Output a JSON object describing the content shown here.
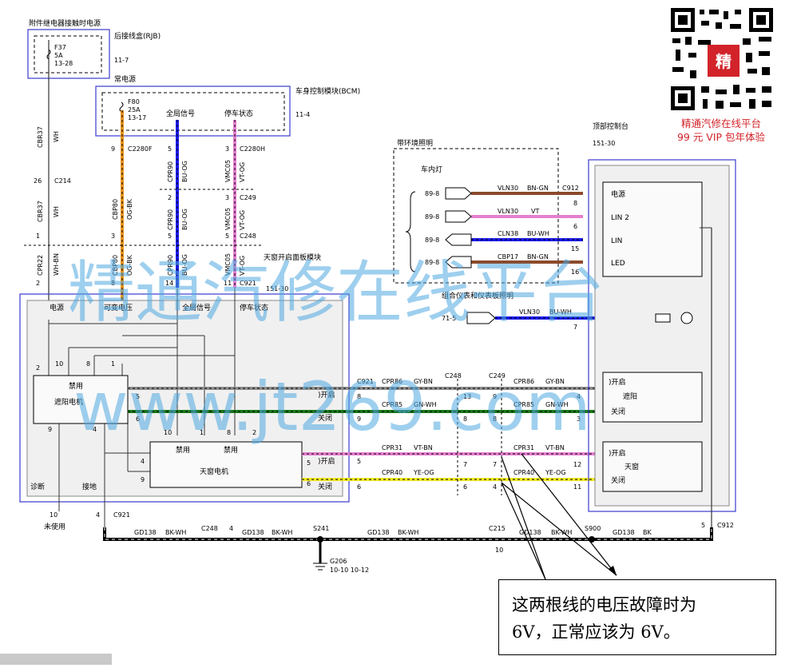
{
  "labels": {
    "acc_relay": "附件继电器接触时电源",
    "rjb": "后接线盒(RJB)",
    "f37": "F37",
    "f37_amp": "5A",
    "f37_loc": "13-28",
    "ref_11_7": "11-7",
    "const_power": "常电源",
    "bcm": "车身控制模块(BCM)",
    "f80": "F80",
    "f80_amp": "25A",
    "f80_loc": "13-17",
    "global_sig": "全局信号",
    "park_state": "停车状态",
    "ref_11_4": "11-4",
    "ambient": "带环境照明",
    "dome_lamp": "车内灯",
    "overhead": "顶部控制台",
    "ref_151_30": "151-30",
    "sunroof_panel": "天窗开启面板模块",
    "ref_151_30b": "151-30",
    "cluster_light": "组合仪表和仪表板照明",
    "power": "电源",
    "var_volt": "可变电压",
    "global_sig2": "全局信号",
    "park_state2": "停车状态",
    "disable": "禁用",
    "shade_motor": "遮阳电机",
    "open": ")开启",
    "close": "关闭",
    "diag": "诊断",
    "ground": "接地",
    "sunroof_motor": "天窗电机",
    "disable2": "禁用",
    "disable3": "禁用",
    "unused": "未使用",
    "oc_power": "电源",
    "oc_lin2": "LIN 2",
    "oc_lin": "LIN",
    "oc_led": "LED",
    "oc_open1": ")开启",
    "oc_shade": "遮阳",
    "oc_close1": "关闭",
    "oc_open2": ")开启",
    "oc_sunroof": "天窗",
    "oc_close2": "关闭",
    "g206": "G206",
    "g206_ref": "10-10   10-12",
    "s241": "S241",
    "s900": "S900"
  },
  "wires": {
    "cbr37_a": "CBR37",
    "wh": "WH",
    "c214": "C214",
    "cbr37_b": "CBR37",
    "wh2": "WH",
    "cpr22": "CPR22",
    "whbn": "WH-BN",
    "c2280f": "C2280F",
    "cbp80": "CBP80",
    "ogbk": "OG-BK",
    "cbp80b": "CBP80",
    "ogbk2": "OG-BK",
    "cpr90": "CPR90",
    "buog": "BU-OG",
    "cpr90b": "CPR90",
    "buog2": "BU-OG",
    "cpr90c": "CPR90",
    "buog3": "BU-OG",
    "vmc05": "VMC05",
    "vtog": "VT-OG",
    "vmc05b": "VMC05",
    "vtog2": "VT-OG",
    "vmc05c": "VMC05",
    "vtog3": "VT-OG",
    "c2280h": "C2280H",
    "c249": "C249",
    "c248": "C248",
    "c921": "C921",
    "vln30": "VLN30",
    "bngn": "BN-GN",
    "vln30b": "VLN30",
    "vt": "VT",
    "cln38": "CLN38",
    "buwh": "BU-WH",
    "cbp17": "CBP17",
    "bngn2": "BN-GN",
    "vln30c": "VLN30",
    "buwh2": "BU-WH",
    "c912": "C912",
    "cpr86": "CPR86",
    "gybn": "GY-BN",
    "cpr86b": "CPR86",
    "gybn2": "GY-BN",
    "cpr85": "CPR85",
    "gnwh": "GN-WH",
    "cpr85b": "CPR85",
    "gnwh2": "GN-WH",
    "cpr31": "CPR31",
    "vtbn": "VT-BN",
    "cpr31b": "CPR31",
    "vtbn2": "VT-BN",
    "cpr40": "CPR40",
    "yeog": "YE-OG",
    "cpr40b": "CPR40",
    "yeog2": "YE-OG",
    "c921b": "C921",
    "c248b": "C248",
    "c249b": "C249",
    "c215": "C215",
    "c912b": "C912",
    "c248c": "C248",
    "gd138a": "GD138",
    "bkwh_a": "BK-WH",
    "gd138b": "GD138",
    "bkwh_b": "BK-WH",
    "gd138c": "GD138",
    "bkwh_c": "BK-WH",
    "gd138d": "GD138",
    "bkwh_d": "BK-WH",
    "gd138e": "GD138",
    "bk": "BK"
  },
  "pins": {
    "p26": "26",
    "p1": "1",
    "p2": "2",
    "p9": "9",
    "p3": "3",
    "p3b": "3",
    "p8": "8",
    "p5": "5",
    "p2b": "2",
    "p5b": "5",
    "p14": "14",
    "p3c": "3",
    "p2c": "2",
    "p5c": "5",
    "p11": "11",
    "m2": "2",
    "m10": "10",
    "m8": "8",
    "m1": "1",
    "m5": "5",
    "m6": "6",
    "m9": "9",
    "m4": "4",
    "s10": "10",
    "s1": "1",
    "s8": "8",
    "s2": "2",
    "s4": "4",
    "s9": "9",
    "s5": "5",
    "s6": "6",
    "d10": "10",
    "d4": "4",
    "c8": "8",
    "c9": "9",
    "c5": "5",
    "c6": "6",
    "mid13": "13",
    "mid9": "9",
    "mid8": "8",
    "mid8b": "8",
    "mid7": "7",
    "mid7b": "7",
    "mid6": "6",
    "mid4": "4",
    "oc4": "4",
    "oc3": "3",
    "oc12": "12",
    "oc11": "11",
    "l8": "8",
    "l6": "6",
    "l15": "15",
    "l16": "16",
    "l7": "7",
    "g5": "5",
    "g10": "10",
    "g4": "4",
    "r89a": "89-8",
    "r89b": "89-8",
    "r89c": "89-8",
    "r89d": "89-8",
    "r71": "71-5"
  },
  "watermark": {
    "line1": "精通汽修在线平台",
    "line2": "www.jt269.com"
  },
  "qr": {
    "badge": "精",
    "caption1": "精通汽修在线平台",
    "caption2": "99 元 VIP 包年体验"
  },
  "callout": {
    "line1": "这两根线的电压故障时为",
    "line2": "6V，正常应该为 6V。"
  },
  "colors": {
    "orange": "#e8941a",
    "blue": "#1c1cf0",
    "pink": "#e57fcf",
    "brown": "#8b4a2b",
    "green": "#1a7a1a",
    "gray": "#8f8f8f",
    "yellow": "#f3ea22",
    "frame_blue": "#3b3bcf",
    "watermark": "#4fa8e0",
    "red": "#d2232a"
  }
}
